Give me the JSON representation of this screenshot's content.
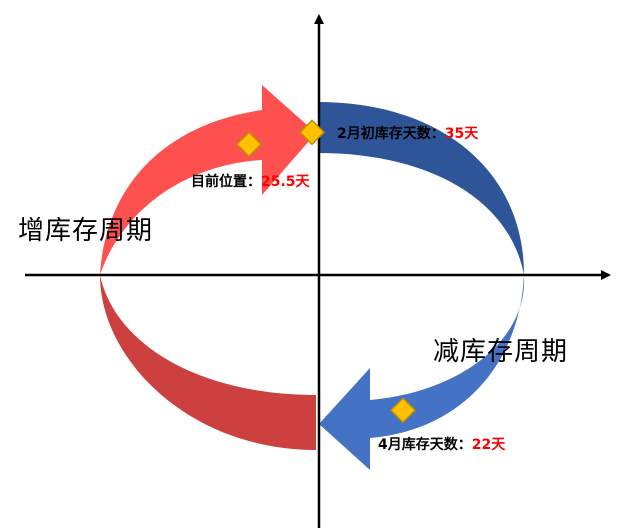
{
  "diagram": {
    "type": "inventory-cycle",
    "labels": {
      "increase_cycle": "增库存周期",
      "decrease_cycle": "减库存周期"
    },
    "markers": [
      {
        "id": "feb",
        "label": "2月初库存天数：",
        "value": "35天"
      },
      {
        "id": "current",
        "label": "目前位置：",
        "value": "25.5天"
      },
      {
        "id": "apr",
        "label": "4月库存天数：",
        "value": "22天"
      }
    ]
  },
  "colors": {
    "increase_upper": "#ff5050",
    "increase_lower": "#cc4040",
    "decrease_upper": "#2e5597",
    "decrease_lower": "#4472c4",
    "marker_fill": "#ffc000",
    "marker_stroke": "#bf9000",
    "value_text": "#ff0000"
  }
}
